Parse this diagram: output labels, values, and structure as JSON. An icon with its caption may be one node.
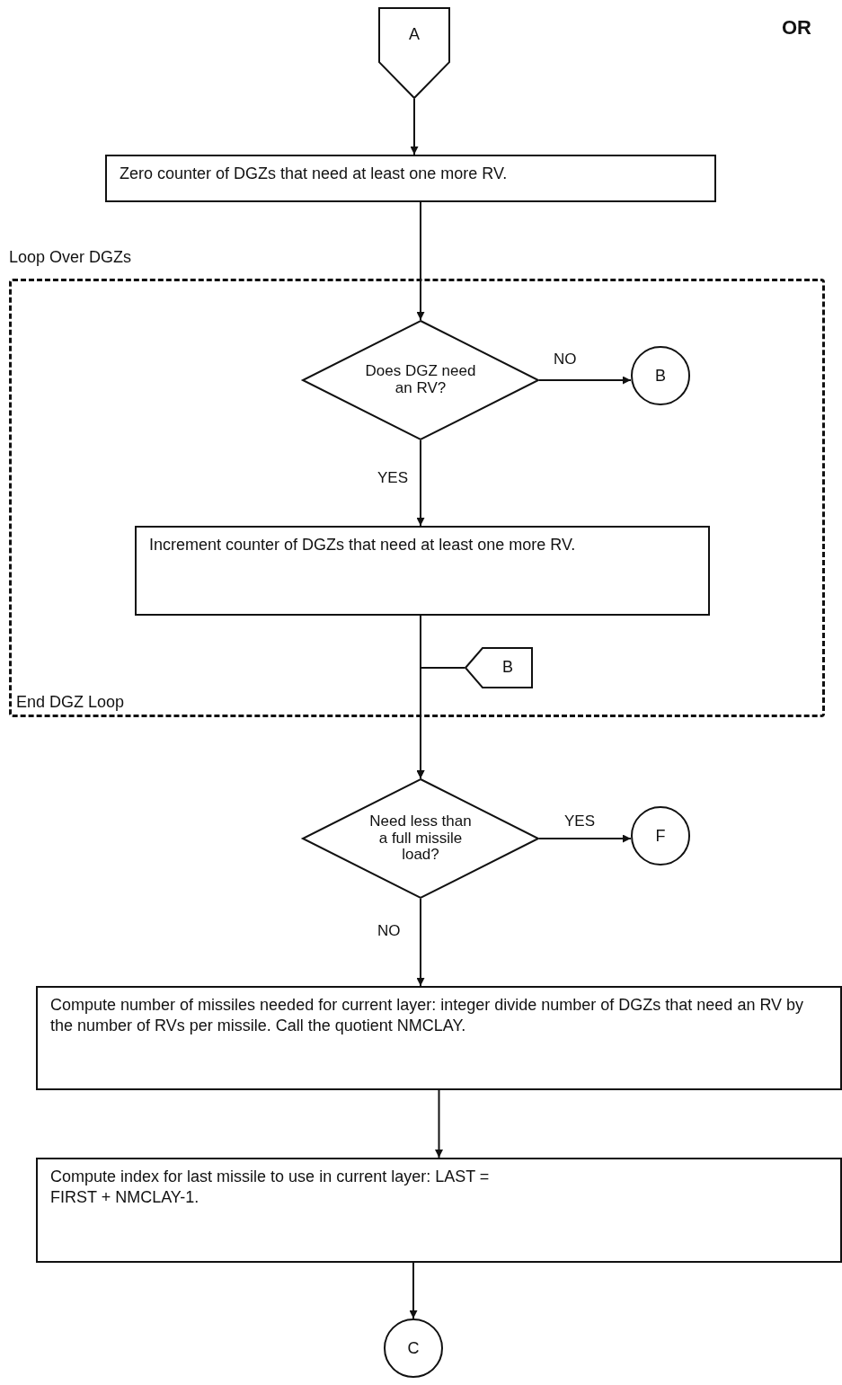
{
  "diagram": {
    "nodes": [
      {
        "text": [
          "A"
        ]
      },
      {
        "text": [
          "Zero counter of DGZs that need at least one more RV."
        ]
      },
      {
        "text": [
          "Loop Over DGZs",
          "End DGZ Loop"
        ]
      },
      {
        "text": [
          "Does DGZ need an RV?"
        ],
        "in": 2
      },
      {
        "text": [
          "B"
        ],
        "in": 2
      },
      {
        "text": [
          "Increment counter of DGZs that need at least one more RV."
        ],
        "in": 2
      },
      {
        "text": [
          "B"
        ],
        "in": 2
      },
      {
        "text": [
          "Need less than a full missile load?"
        ]
      },
      {
        "text": [
          "F"
        ]
      },
      {
        "text": [
          "Compute number of missiles needed for current layer:  integer divide number of DGZs that need an RV by the number of RVs per missile.  Call the quotient NMCLAY."
        ]
      },
      {
        "text": [
          "Compute index for last missile to use in current layer: LAST = FIRST + NMCLAY-1."
        ]
      },
      {
        "text": [
          "C"
        ]
      }
    ],
    "edges": [
      {
        "from": 0,
        "to": 1,
        "arrow": "to"
      },
      {
        "from": 1,
        "to": 3,
        "arrow": "to"
      },
      {
        "from": 3,
        "to": 4,
        "arrow": "to",
        "label": "NO"
      },
      {
        "from": 3,
        "to": 5,
        "arrow": "to",
        "label": "YES"
      },
      {
        "from": 5,
        "to": 7,
        "arrow": "to"
      },
      {
        "from": 6,
        "to": 7,
        "arrow": "to"
      },
      {
        "from": 7,
        "to": 8,
        "arrow": "to",
        "label": "YES"
      },
      {
        "from": 7,
        "to": 9,
        "arrow": "to",
        "label": "NO"
      },
      {
        "from": 9,
        "to": 10,
        "arrow": "to"
      },
      {
        "from": 10,
        "to": 11,
        "arrow": "to"
      }
    ],
    "labels": [
      "OR"
    ]
  }
}
